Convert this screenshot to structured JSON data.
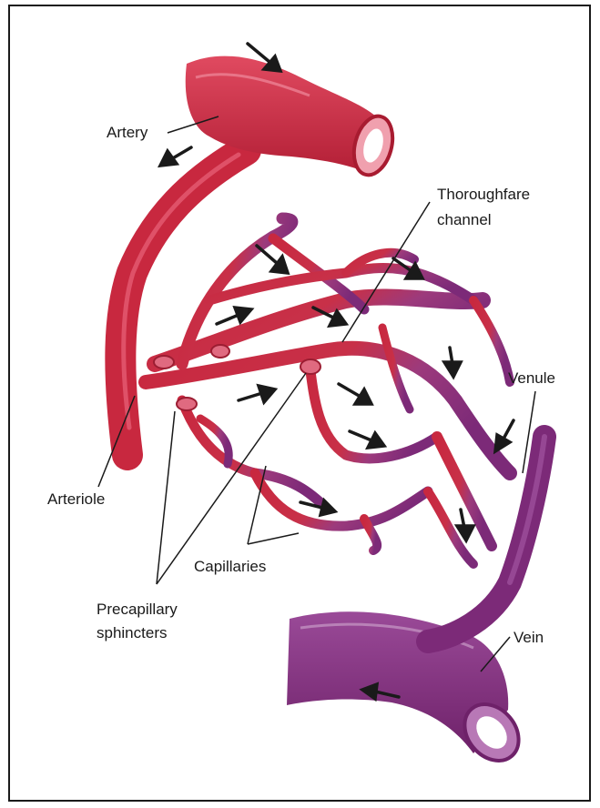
{
  "labels": {
    "artery": "Artery",
    "thoroughfare_line1": "Thoroughfare",
    "thoroughfare_line2": "channel",
    "venule": "Venule",
    "arteriole": "Arteriole",
    "capillaries": "Capillaries",
    "precapillary_line1": "Precapillary",
    "precapillary_line2": "sphincters",
    "vein": "Vein"
  },
  "colors": {
    "arterial": "#c8283f",
    "arterial_light": "#e8637a",
    "venous": "#7c2a78",
    "venous_light": "#a85ba6",
    "arrow": "#1a1a1a"
  }
}
